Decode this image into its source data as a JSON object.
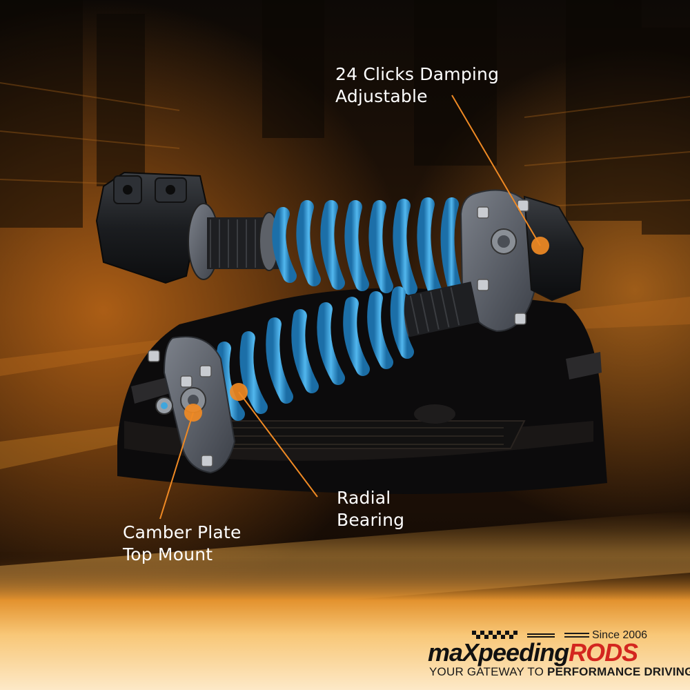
{
  "callouts": {
    "damping": {
      "line1": "24 Clicks Damping",
      "line2": "Adjustable"
    },
    "bearing": {
      "line1": "Radial",
      "line2": "Bearing"
    },
    "camber": {
      "line1": "Camber Plate",
      "line2": "Top Mount"
    }
  },
  "brand": {
    "since": "Since 2006",
    "logo_ma": "maX",
    "logo_peeding": "peeding",
    "logo_rods": "RODS",
    "tagline_prefix": "YOUR GATEWAY TO ",
    "tagline_emphasis": "PERFORMANCE DRIVING"
  },
  "colors": {
    "accent_orange": "#f08a24",
    "spring_blue": "#3fa6dd",
    "brand_red": "#d3261f"
  }
}
